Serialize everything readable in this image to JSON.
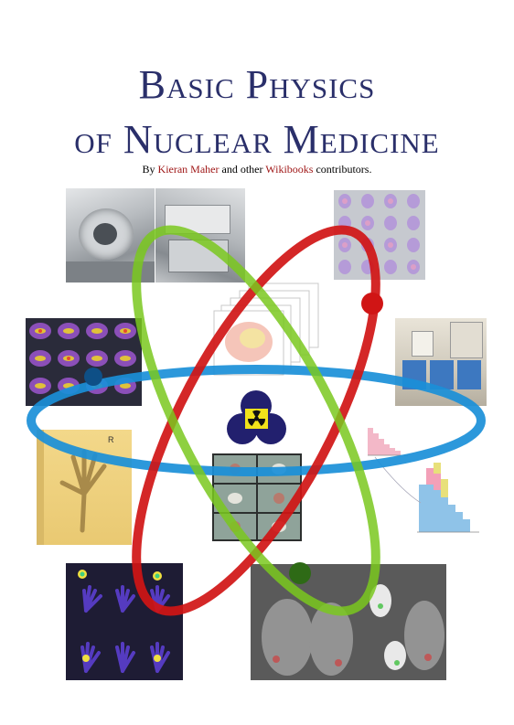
{
  "cover": {
    "title_line1": "Basic Physics",
    "title_line2": "of Nuclear Medicine",
    "byline_prefix": "By",
    "author": "Kieran Maher",
    "byline_middle": "and other",
    "publisher": "Wikibooks",
    "byline_suffix": "contributors."
  },
  "colors": {
    "title": "#2a2f6a",
    "accent_text": "#a01818",
    "orbit_blue": "#1a8fd8",
    "orbit_red": "#d01515",
    "orbit_green": "#7ac81e",
    "nucleus": "#22206e",
    "trefoil": "#f1e21a"
  },
  "icons": [
    "radiation-trefoil-icon"
  ]
}
